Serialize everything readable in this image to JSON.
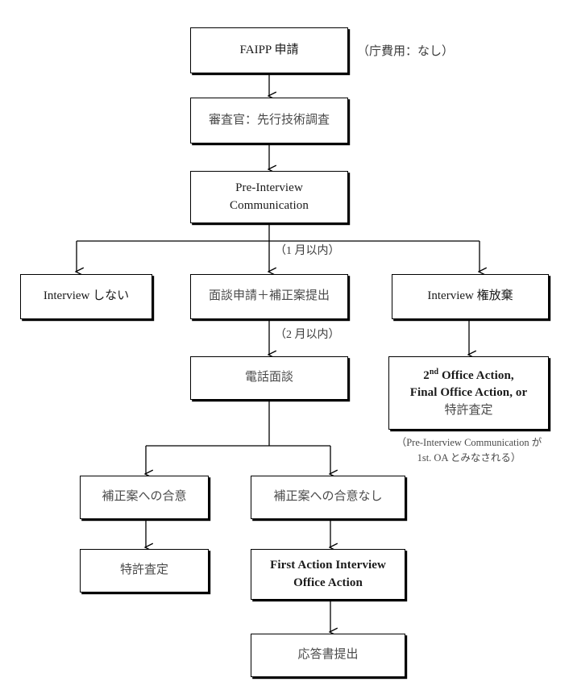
{
  "diagram": {
    "title": "FAIPP (First Action Interview Pilot Program) flowchart",
    "line_color": "#000000",
    "text_color": "#3b3b3b",
    "nodes": [
      {
        "id": "faipp",
        "lines": [
          "FAIPP 申請"
        ]
      },
      {
        "id": "examiner",
        "lines": [
          "審査官：先行技術調査"
        ]
      },
      {
        "id": "precomm",
        "lines": [
          "Pre-Interview",
          "Communication"
        ]
      },
      {
        "id": "no_interview",
        "lines": [
          "Interview しない"
        ]
      },
      {
        "id": "request",
        "lines": [
          "面談申請＋補正案提出"
        ]
      },
      {
        "id": "waive",
        "lines": [
          "Interview 権放棄"
        ]
      },
      {
        "id": "phone",
        "lines": [
          "電話面談"
        ]
      },
      {
        "id": "second_oa",
        "lines": [
          "2nd Office Action,",
          "Final Office Action, or",
          "特許査定"
        ]
      },
      {
        "id": "agree",
        "lines": [
          "補正案への合意"
        ]
      },
      {
        "id": "no_agree",
        "lines": [
          "補正案への合意なし"
        ]
      },
      {
        "id": "allowance",
        "lines": [
          "特許査定"
        ]
      },
      {
        "id": "faioa",
        "lines": [
          "First Action Interview",
          "Office Action"
        ]
      },
      {
        "id": "response",
        "lines": [
          "応答書提出"
        ]
      }
    ],
    "annotations": {
      "fee_note": "（庁費用：なし）",
      "within_one_month": "（1 月以内）",
      "within_two_months": "（2 月以内）",
      "second_oa_note_line1": "（Pre-Interview Communication が",
      "second_oa_note_line2": "1st. OA とみなされる）"
    }
  }
}
